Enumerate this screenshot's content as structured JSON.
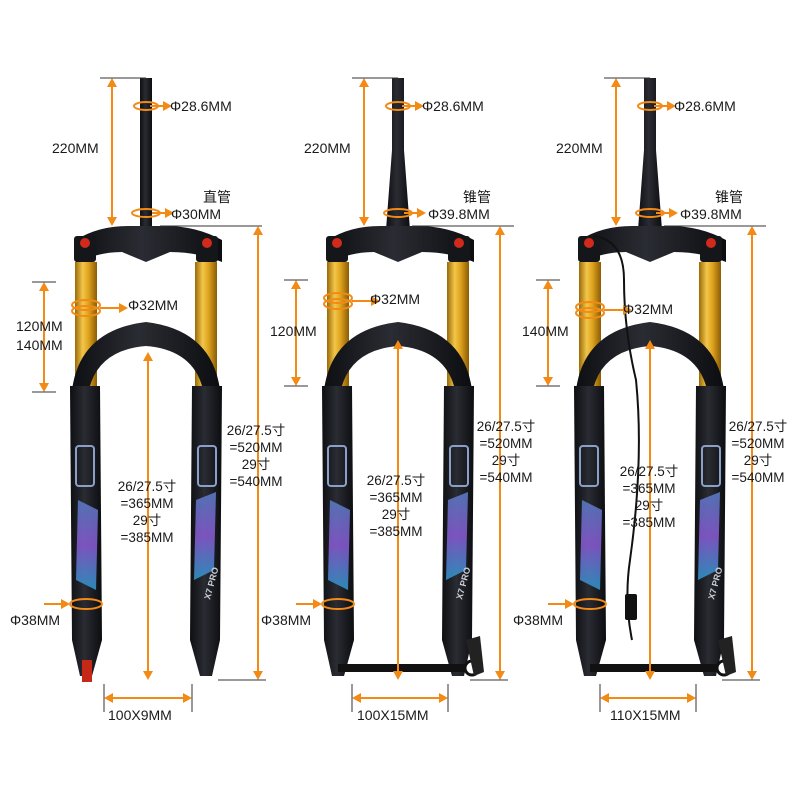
{
  "accent_color": "#f28a16",
  "stanchion_color": "#d9a21a",
  "body_color": "#1c1d22",
  "forks": [
    {
      "steerer_type": "",
      "steerer_label": "直管",
      "steerer_top_diameter": "Φ28.6MM",
      "steerer_length": "220MM",
      "steerer_base_diameter": "Φ30MM",
      "stanchion_diameter": "Φ32MM",
      "travel_lines": [
        "120MM",
        "140MM"
      ],
      "overall_length_lines": [
        "26/27.5寸",
        "=520MM",
        "29寸",
        "=540MM"
      ],
      "crown_to_axle_lines": [
        "26/27.5寸",
        "=365MM",
        "29寸",
        "=385MM"
      ],
      "lower_diameter": "Φ38MM",
      "axle_spacing": "100X9MM",
      "branding": "X7 PRO",
      "remote_lockout": false,
      "thru_axle": false
    },
    {
      "steerer_type": "",
      "steerer_label": "锥管",
      "steerer_top_diameter": "Φ28.6MM",
      "steerer_length": "220MM",
      "steerer_base_diameter": "Φ39.8MM",
      "stanchion_diameter": "Φ32MM",
      "travel_lines": [
        "120MM"
      ],
      "overall_length_lines": [
        "26/27.5寸",
        "=520MM",
        "29寸",
        "=540MM"
      ],
      "crown_to_axle_lines": [
        "26/27.5寸",
        "=365MM",
        "29寸",
        "=385MM"
      ],
      "lower_diameter": "Φ38MM",
      "axle_spacing": "100X15MM",
      "branding": "X7 PRO",
      "remote_lockout": false,
      "thru_axle": true
    },
    {
      "steerer_type": "",
      "steerer_label": "锥管",
      "steerer_top_diameter": "Φ28.6MM",
      "steerer_length": "220MM",
      "steerer_base_diameter": "Φ39.8MM",
      "stanchion_diameter": "Φ32MM",
      "travel_lines": [
        "140MM"
      ],
      "overall_length_lines": [
        "26/27.5寸",
        "=520MM",
        "29寸",
        "=540MM"
      ],
      "crown_to_axle_lines": [
        "26/27.5寸",
        "=365MM",
        "29寸",
        "=385MM"
      ],
      "lower_diameter": "Φ38MM",
      "axle_spacing": "110X15MM",
      "branding": "X7 PRO",
      "remote_lockout": true,
      "thru_axle": true
    }
  ]
}
